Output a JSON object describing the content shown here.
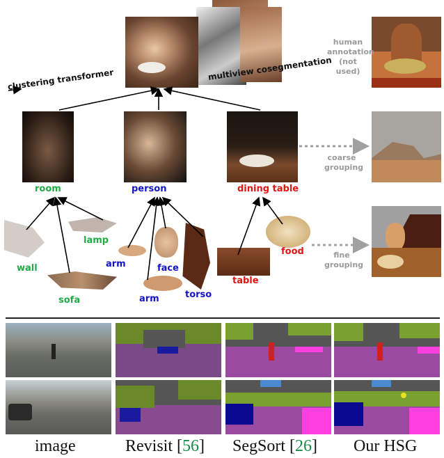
{
  "diagram": {
    "labels": {
      "clustering_transformer": "clustering transformer",
      "multiview_cosegmentation": "multiview cosegmentation",
      "human_annotation": "human\nannotation\n(not used)",
      "coarse_grouping": "coarse\ngrouping",
      "fine_grouping": "fine\ngrouping"
    },
    "level1": [
      {
        "label": "room",
        "color": "#22aa44"
      },
      {
        "label": "person",
        "color": "#1414c8"
      },
      {
        "label": "dining table",
        "color": "#e01414"
      }
    ],
    "level2": {
      "room_parts": [
        "wall",
        "sofa",
        "lamp"
      ],
      "person_parts": [
        "arm",
        "arm",
        "face",
        "torso"
      ],
      "table_parts": [
        "table",
        "food"
      ]
    }
  },
  "comparison": {
    "columns": [
      {
        "title": "image",
        "ref": ""
      },
      {
        "title": "Revisit [",
        "ref": "56",
        "close": "]"
      },
      {
        "title": "SegSort [",
        "ref": "26",
        "close": "]"
      },
      {
        "title": "Our HSG",
        "ref": ""
      }
    ]
  }
}
